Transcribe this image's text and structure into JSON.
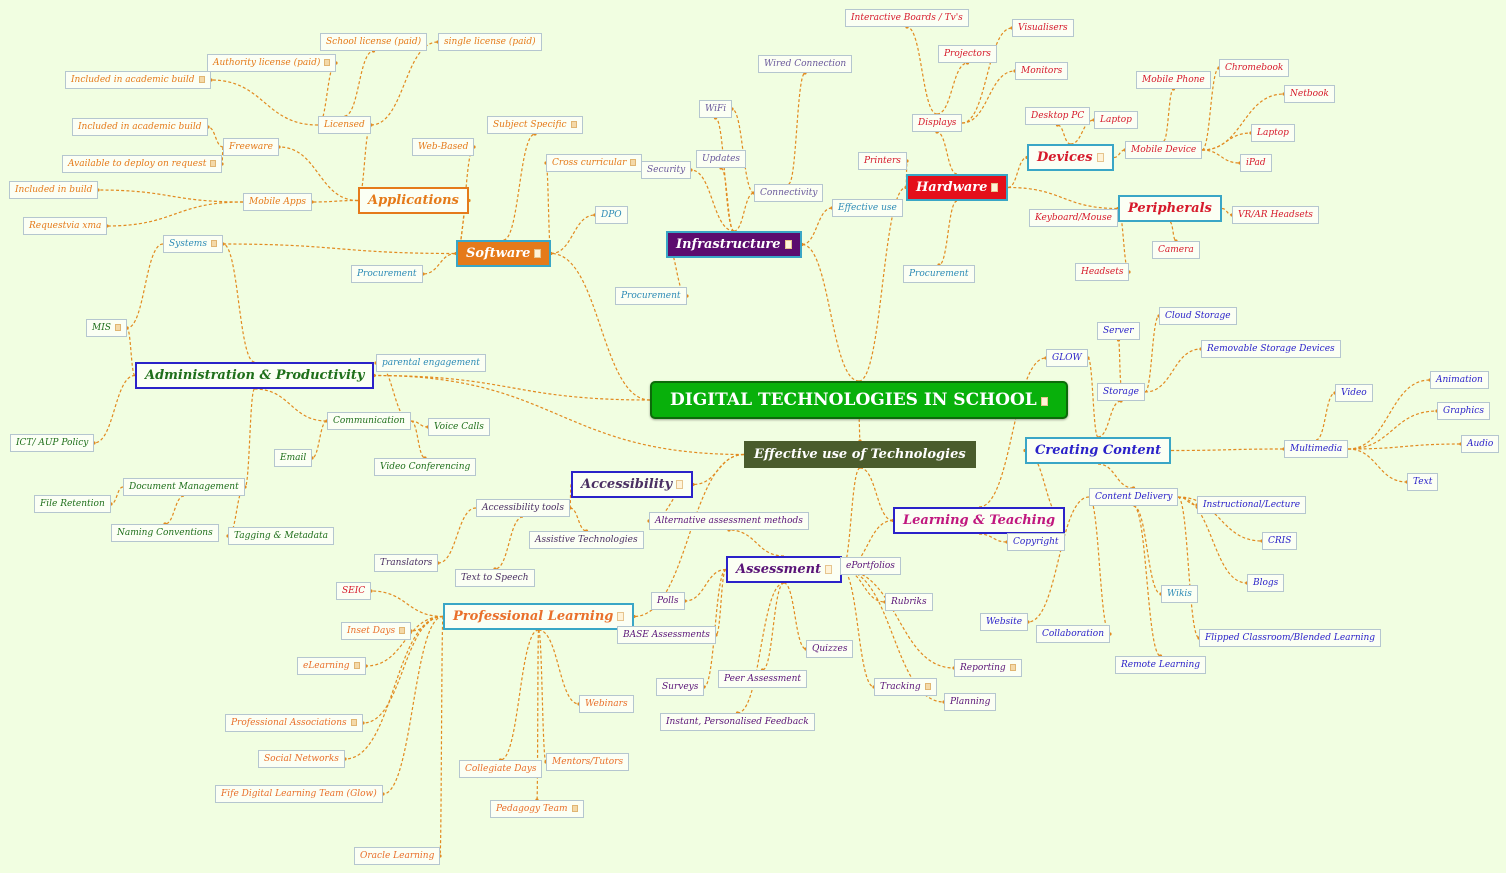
{
  "title": "DIGITAL TECHNOLOGIES IN SCHOOL",
  "colors": {
    "background": "#f1fee1",
    "connector": "#e28a1f",
    "software": "#e57a1a",
    "infrastructure": "#5c0c6e",
    "hardware": "#e40f1a",
    "administration": "#1f6f1b",
    "effective_use": "#4a5c2c",
    "creating_content": "#2b22c9",
    "learning_teaching": "#c0177f",
    "assessment": "#5a1478",
    "professional_learning": "#e96f2a",
    "accessibility": "#4a2f62"
  },
  "icons": {
    "note": "note-icon"
  },
  "nodes": [
    {
      "id": "root",
      "text": "DIGITAL TECHNOLOGIES IN SCHOOL",
      "note": true,
      "style": "root"
    },
    {
      "id": "software",
      "text": "Software",
      "note": true,
      "style": "main",
      "fg": "#ffffff",
      "bg": "#e57a1a",
      "bc": "#3aa6c6"
    },
    {
      "id": "applications",
      "text": "Applications",
      "style": "main",
      "fg": "#e57a1a",
      "bg": "#fbfff4",
      "bc": "#e57a1a"
    },
    {
      "id": "licensed",
      "text": "Licensed",
      "fg": "#e57a1a"
    },
    {
      "id": "school_license",
      "text": "School license (paid)",
      "fg": "#e57a1a"
    },
    {
      "id": "single_license",
      "text": "single license (paid)",
      "fg": "#e57a1a"
    },
    {
      "id": "authority_license",
      "text": "Authority license (paid)",
      "note": true,
      "fg": "#e57a1a"
    },
    {
      "id": "incl_academic_1",
      "text": "Included in academic build",
      "note": true,
      "fg": "#e57a1a"
    },
    {
      "id": "freeware",
      "text": "Freeware",
      "fg": "#e57a1a"
    },
    {
      "id": "incl_academic_2",
      "text": "Included in academic build",
      "fg": "#e57a1a"
    },
    {
      "id": "deploy_request",
      "text": "Available to deploy on request",
      "note": true,
      "fg": "#e57a1a"
    },
    {
      "id": "mobile_apps",
      "text": "Mobile Apps",
      "fg": "#e57a1a"
    },
    {
      "id": "incl_build",
      "text": "Included in build",
      "fg": "#e57a1a"
    },
    {
      "id": "request_xma",
      "text": "Requestvia xma",
      "fg": "#e57a1a"
    },
    {
      "id": "web_based",
      "text": "Web-Based",
      "fg": "#e57a1a"
    },
    {
      "id": "subject_specific",
      "text": "Subject Specific",
      "note": true,
      "fg": "#e57a1a"
    },
    {
      "id": "cross_curricular",
      "text": "Cross curricular",
      "note": true,
      "fg": "#e57a1a"
    },
    {
      "id": "dpo",
      "text": "DPO",
      "fg": "#2d8bb6"
    },
    {
      "id": "sw_procurement",
      "text": "Procurement",
      "fg": "#2d8bb6"
    },
    {
      "id": "infrastructure",
      "text": "Infrastructure",
      "note": true,
      "style": "main",
      "fg": "#ffffff",
      "bg": "#5c0c6e",
      "bc": "#3aa6c6"
    },
    {
      "id": "security",
      "text": "Security",
      "fg": "#6b5a9c"
    },
    {
      "id": "updates",
      "text": "Updates",
      "fg": "#6b5a9c"
    },
    {
      "id": "wifi",
      "text": "WiFi",
      "fg": "#6b5a9c"
    },
    {
      "id": "connectivity",
      "text": "Connectivity",
      "fg": "#6b5a9c"
    },
    {
      "id": "wired",
      "text": "Wired Connection",
      "fg": "#6b5a9c"
    },
    {
      "id": "effective_use_small",
      "text": "Effective use",
      "fg": "#2d8bb6"
    },
    {
      "id": "infra_procurement",
      "text": "Procurement",
      "fg": "#2d8bb6"
    },
    {
      "id": "hardware",
      "text": "Hardware",
      "note": true,
      "style": "main",
      "fg": "#ffffff",
      "bg": "#e40f1a",
      "bc": "#3aa6c6"
    },
    {
      "id": "printers",
      "text": "Printers",
      "fg": "#d61a2b"
    },
    {
      "id": "hw_procurement",
      "text": "Procurement",
      "fg": "#2d8bb6"
    },
    {
      "id": "displays",
      "text": "Displays",
      "fg": "#d61a2b"
    },
    {
      "id": "interactive_boards",
      "text": "Interactive Boards / Tv's",
      "fg": "#d61a2b"
    },
    {
      "id": "projectors",
      "text": "Projectors",
      "fg": "#d61a2b"
    },
    {
      "id": "visualisers",
      "text": "Visualisers",
      "fg": "#d61a2b"
    },
    {
      "id": "monitors",
      "text": "Monitors",
      "fg": "#d61a2b"
    },
    {
      "id": "devices",
      "text": "Devices",
      "note": true,
      "style": "main",
      "fg": "#d61a2b",
      "bg": "#fbfff4",
      "bc": "#3aa6c6"
    },
    {
      "id": "desktop_pc",
      "text": "Desktop PC",
      "fg": "#d61a2b"
    },
    {
      "id": "laptop1",
      "text": "Laptop",
      "fg": "#d61a2b"
    },
    {
      "id": "mobile_device",
      "text": "Mobile Device",
      "fg": "#d61a2b"
    },
    {
      "id": "mobile_phone",
      "text": "Mobile Phone",
      "fg": "#d61a2b"
    },
    {
      "id": "chromebook",
      "text": "Chromebook",
      "fg": "#d61a2b"
    },
    {
      "id": "netbook",
      "text": "Netbook",
      "fg": "#d61a2b"
    },
    {
      "id": "laptop2",
      "text": "Laptop",
      "fg": "#d61a2b"
    },
    {
      "id": "ipad",
      "text": "iPad",
      "fg": "#d61a2b"
    },
    {
      "id": "peripherals",
      "text": "Peripherals",
      "style": "main",
      "fg": "#d61a2b",
      "bg": "#fbfff4",
      "bc": "#3aa6c6"
    },
    {
      "id": "keyboard",
      "text": "Keyboard/Mouse",
      "fg": "#d61a2b"
    },
    {
      "id": "vr_ar",
      "text": "VR/AR Headsets",
      "fg": "#d61a2b"
    },
    {
      "id": "camera",
      "text": "Camera",
      "fg": "#d61a2b"
    },
    {
      "id": "headsets",
      "text": "Headsets",
      "fg": "#d61a2b"
    },
    {
      "id": "admin",
      "text": "Administration & Productivity",
      "style": "main",
      "fg": "#1f6f1b",
      "bg": "#fbfff4",
      "bc": "#2b22c9"
    },
    {
      "id": "systems",
      "text": "Systems",
      "note": true,
      "fg": "#2d8bb6"
    },
    {
      "id": "mis",
      "text": "MIS",
      "note": true,
      "fg": "#1f6f1b"
    },
    {
      "id": "ict_aup",
      "text": "ICT/ AUP Policy",
      "fg": "#1f6f1b"
    },
    {
      "id": "communication",
      "text": "Communication",
      "fg": "#1f6f1b"
    },
    {
      "id": "parental",
      "text": "parental engagement",
      "fg": "#2d8bb6"
    },
    {
      "id": "voice_calls",
      "text": "Voice Calls",
      "fg": "#1f6f1b"
    },
    {
      "id": "email",
      "text": "Email",
      "fg": "#1f6f1b"
    },
    {
      "id": "video_conf",
      "text": "Video Conferencing",
      "fg": "#1f6f1b"
    },
    {
      "id": "doc_mgmt",
      "text": "Document Management",
      "fg": "#1f6f1b"
    },
    {
      "id": "file_retention",
      "text": "File Retention",
      "fg": "#1f6f1b"
    },
    {
      "id": "naming",
      "text": "Naming Conventions",
      "fg": "#1f6f1b"
    },
    {
      "id": "tagging",
      "text": "Tagging & Metadata",
      "fg": "#1f6f1b"
    },
    {
      "id": "effective_use",
      "text": "Effective use of Technologies",
      "style": "main",
      "fg": "#ffffff",
      "bg": "#4a5c2c",
      "bc": "#4a5c2c"
    },
    {
      "id": "accessibility",
      "text": "Accessibility",
      "note": true,
      "style": "main",
      "fg": "#4a2f62",
      "bg": "#fbfff4",
      "bc": "#2b22c9"
    },
    {
      "id": "access_tools",
      "text": "Accessibility tools",
      "fg": "#4a2f62"
    },
    {
      "id": "assistive",
      "text": "Assistive Technologies",
      "fg": "#4a2f62"
    },
    {
      "id": "translators",
      "text": "Translators",
      "fg": "#4a2f62"
    },
    {
      "id": "tts",
      "text": "Text to Speech",
      "fg": "#4a2f62"
    },
    {
      "id": "prof_learning",
      "text": "Professional Learning",
      "note": true,
      "style": "main",
      "fg": "#e96f2a",
      "bg": "#fbfff4",
      "bc": "#3aa6c6"
    },
    {
      "id": "seic",
      "text": "SEIC",
      "fg": "#d61a2b"
    },
    {
      "id": "inset",
      "text": "Inset Days",
      "note": true,
      "fg": "#e96f2a"
    },
    {
      "id": "elearning",
      "text": "eLearning",
      "note": true,
      "fg": "#e96f2a"
    },
    {
      "id": "prof_assoc",
      "text": "Professional Associations",
      "note": true,
      "fg": "#e96f2a"
    },
    {
      "id": "social_net",
      "text": "Social Networks",
      "fg": "#e96f2a"
    },
    {
      "id": "fife",
      "text": "Fife Digital Learning Team (Glow)",
      "fg": "#e96f2a"
    },
    {
      "id": "collegiate",
      "text": "Collegiate Days",
      "fg": "#e96f2a"
    },
    {
      "id": "mentors",
      "text": "Mentors/Tutors",
      "fg": "#e96f2a"
    },
    {
      "id": "webinars",
      "text": "Webinars",
      "fg": "#e96f2a"
    },
    {
      "id": "pedagogy",
      "text": "Pedagogy Team",
      "note": true,
      "fg": "#e96f2a"
    },
    {
      "id": "oracle",
      "text": "Oracle Learning",
      "fg": "#e96f2a"
    },
    {
      "id": "assessment",
      "text": "Assessment",
      "note": true,
      "style": "main",
      "fg": "#5a1478",
      "bg": "#fbfff4",
      "bc": "#2b22c9"
    },
    {
      "id": "alt_assess",
      "text": "Alternative assessment methods",
      "fg": "#5a1478"
    },
    {
      "id": "eportfolios",
      "text": "ePortfolios",
      "fg": "#5a1478"
    },
    {
      "id": "polls",
      "text": "Polls",
      "fg": "#5a1478"
    },
    {
      "id": "base",
      "text": "BASE Assessments",
      "fg": "#5a1478"
    },
    {
      "id": "rubriks",
      "text": "Rubriks",
      "fg": "#5a1478"
    },
    {
      "id": "quizzes",
      "text": "Quizzes",
      "fg": "#5a1478"
    },
    {
      "id": "surveys",
      "text": "Surveys",
      "fg": "#5a1478"
    },
    {
      "id": "peer",
      "text": "Peer Assessment",
      "fg": "#5a1478"
    },
    {
      "id": "instant",
      "text": "Instant, Personalised Feedback",
      "fg": "#5a1478"
    },
    {
      "id": "tracking",
      "text": "Tracking",
      "note": true,
      "fg": "#5a1478"
    },
    {
      "id": "reporting",
      "text": "Reporting",
      "note": true,
      "fg": "#5a1478"
    },
    {
      "id": "planning",
      "text": "Planning",
      "fg": "#5a1478"
    },
    {
      "id": "learning",
      "text": "Learning & Teaching",
      "style": "main",
      "fg": "#c0177f",
      "bg": "#fbfff4",
      "bc": "#2b22c9"
    },
    {
      "id": "copyright",
      "text": "Copyright",
      "fg": "#2b22c9"
    },
    {
      "id": "creating",
      "text": "Creating Content",
      "style": "main",
      "fg": "#2b22c9",
      "bg": "#fbfff4",
      "bc": "#3aa6c6"
    },
    {
      "id": "glow",
      "text": "GLOW",
      "fg": "#2b22c9"
    },
    {
      "id": "storage",
      "text": "Storage",
      "fg": "#2b22c9"
    },
    {
      "id": "server",
      "text": "Server",
      "fg": "#2b22c9"
    },
    {
      "id": "cloud",
      "text": "Cloud Storage",
      "fg": "#2b22c9"
    },
    {
      "id": "removable",
      "text": "Removable Storage Devices",
      "fg": "#2b22c9"
    },
    {
      "id": "multimedia",
      "text": "Multimedia",
      "fg": "#2b22c9"
    },
    {
      "id": "video",
      "text": "Video",
      "fg": "#2b22c9"
    },
    {
      "id": "animation",
      "text": "Animation",
      "fg": "#2b22c9"
    },
    {
      "id": "graphics",
      "text": "Graphics",
      "fg": "#2b22c9"
    },
    {
      "id": "audio",
      "text": "Audio",
      "fg": "#2b22c9"
    },
    {
      "id": "text",
      "text": "Text",
      "fg": "#2b22c9"
    },
    {
      "id": "content_delivery",
      "text": "Content Delivery",
      "fg": "#2b22c9"
    },
    {
      "id": "instructional",
      "text": "Instructional/Lecture",
      "fg": "#2b22c9"
    },
    {
      "id": "cris",
      "text": "CRIS",
      "fg": "#2b22c9"
    },
    {
      "id": "blogs",
      "text": "Blogs",
      "fg": "#2b22c9"
    },
    {
      "id": "wikis",
      "text": "Wikis",
      "fg": "#2d8bb6"
    },
    {
      "id": "flipped",
      "text": "Flipped Classroom/Blended Learning",
      "fg": "#2b22c9"
    },
    {
      "id": "website",
      "text": "Website",
      "fg": "#2b22c9"
    },
    {
      "id": "collaboration",
      "text": "Collaboration",
      "fg": "#2b22c9"
    },
    {
      "id": "remote",
      "text": "Remote Learning",
      "fg": "#2b22c9"
    }
  ],
  "edges": [
    [
      "root",
      "software"
    ],
    [
      "root",
      "infrastructure"
    ],
    [
      "root",
      "hardware"
    ],
    [
      "root",
      "admin"
    ],
    [
      "root",
      "effective_use"
    ],
    [
      "software",
      "applications"
    ],
    [
      "software",
      "web_based"
    ],
    [
      "software",
      "subject_specific"
    ],
    [
      "software",
      "cross_curricular"
    ],
    [
      "software",
      "dpo"
    ],
    [
      "software",
      "sw_procurement"
    ],
    [
      "applications",
      "licensed"
    ],
    [
      "applications",
      "freeware"
    ],
    [
      "applications",
      "mobile_apps"
    ],
    [
      "licensed",
      "school_license"
    ],
    [
      "licensed",
      "single_license"
    ],
    [
      "licensed",
      "authority_license"
    ],
    [
      "licensed",
      "incl_academic_1"
    ],
    [
      "freeware",
      "incl_academic_2"
    ],
    [
      "freeware",
      "deploy_request"
    ],
    [
      "mobile_apps",
      "incl_build"
    ],
    [
      "mobile_apps",
      "request_xma"
    ],
    [
      "infrastructure",
      "security"
    ],
    [
      "infrastructure",
      "updates"
    ],
    [
      "infrastructure",
      "wifi"
    ],
    [
      "infrastructure",
      "connectivity"
    ],
    [
      "infrastructure",
      "effective_use_small"
    ],
    [
      "infrastructure",
      "infra_procurement"
    ],
    [
      "connectivity",
      "wired"
    ],
    [
      "connectivity",
      "wifi"
    ],
    [
      "hardware",
      "printers"
    ],
    [
      "hardware",
      "hw_procurement"
    ],
    [
      "hardware",
      "displays"
    ],
    [
      "hardware",
      "devices"
    ],
    [
      "hardware",
      "peripherals"
    ],
    [
      "displays",
      "interactive_boards"
    ],
    [
      "displays",
      "projectors"
    ],
    [
      "displays",
      "visualisers"
    ],
    [
      "displays",
      "monitors"
    ],
    [
      "devices",
      "desktop_pc"
    ],
    [
      "devices",
      "laptop1"
    ],
    [
      "devices",
      "mobile_device"
    ],
    [
      "mobile_device",
      "mobile_phone"
    ],
    [
      "mobile_device",
      "chromebook"
    ],
    [
      "mobile_device",
      "netbook"
    ],
    [
      "mobile_device",
      "laptop2"
    ],
    [
      "mobile_device",
      "ipad"
    ],
    [
      "peripherals",
      "keyboard"
    ],
    [
      "peripherals",
      "vr_ar"
    ],
    [
      "peripherals",
      "camera"
    ],
    [
      "peripherals",
      "headsets"
    ],
    [
      "admin",
      "systems"
    ],
    [
      "admin",
      "mis"
    ],
    [
      "admin",
      "ict_aup"
    ],
    [
      "admin",
      "communication"
    ],
    [
      "admin",
      "doc_mgmt"
    ],
    [
      "systems",
      "mis"
    ],
    [
      "systems",
      "software"
    ],
    [
      "communication",
      "parental"
    ],
    [
      "communication",
      "voice_calls"
    ],
    [
      "communication",
      "email"
    ],
    [
      "communication",
      "video_conf"
    ],
    [
      "doc_mgmt",
      "file_retention"
    ],
    [
      "doc_mgmt",
      "naming"
    ],
    [
      "doc_mgmt",
      "tagging"
    ],
    [
      "effective_use",
      "accessibility"
    ],
    [
      "effective_use",
      "prof_learning"
    ],
    [
      "effective_use",
      "assessment"
    ],
    [
      "effective_use",
      "learning"
    ],
    [
      "effective_use",
      "admin"
    ],
    [
      "accessibility",
      "access_tools"
    ],
    [
      "accessibility",
      "alt_assess"
    ],
    [
      "access_tools",
      "assistive"
    ],
    [
      "access_tools",
      "translators"
    ],
    [
      "access_tools",
      "tts"
    ],
    [
      "prof_learning",
      "seic"
    ],
    [
      "prof_learning",
      "inset"
    ],
    [
      "prof_learning",
      "elearning"
    ],
    [
      "prof_learning",
      "prof_assoc"
    ],
    [
      "prof_learning",
      "social_net"
    ],
    [
      "prof_learning",
      "fife"
    ],
    [
      "prof_learning",
      "collegiate"
    ],
    [
      "prof_learning",
      "mentors"
    ],
    [
      "prof_learning",
      "webinars"
    ],
    [
      "prof_learning",
      "pedagogy"
    ],
    [
      "prof_learning",
      "oracle"
    ],
    [
      "assessment",
      "alt_assess"
    ],
    [
      "assessment",
      "eportfolios"
    ],
    [
      "assessment",
      "polls"
    ],
    [
      "assessment",
      "base"
    ],
    [
      "assessment",
      "rubriks"
    ],
    [
      "assessment",
      "quizzes"
    ],
    [
      "assessment",
      "surveys"
    ],
    [
      "assessment",
      "peer"
    ],
    [
      "assessment",
      "instant"
    ],
    [
      "assessment",
      "tracking"
    ],
    [
      "assessment",
      "reporting"
    ],
    [
      "assessment",
      "planning"
    ],
    [
      "learning",
      "assessment"
    ],
    [
      "learning",
      "creating"
    ],
    [
      "learning",
      "copyright"
    ],
    [
      "learning",
      "glow"
    ],
    [
      "creating",
      "glow"
    ],
    [
      "creating",
      "storage"
    ],
    [
      "creating",
      "multimedia"
    ],
    [
      "creating",
      "content_delivery"
    ],
    [
      "storage",
      "server"
    ],
    [
      "storage",
      "cloud"
    ],
    [
      "storage",
      "removable"
    ],
    [
      "multimedia",
      "video"
    ],
    [
      "multimedia",
      "animation"
    ],
    [
      "multimedia",
      "graphics"
    ],
    [
      "multimedia",
      "audio"
    ],
    [
      "multimedia",
      "text"
    ],
    [
      "content_delivery",
      "instructional"
    ],
    [
      "content_delivery",
      "cris"
    ],
    [
      "content_delivery",
      "blogs"
    ],
    [
      "content_delivery",
      "wikis"
    ],
    [
      "content_delivery",
      "flipped"
    ],
    [
      "content_delivery",
      "website"
    ],
    [
      "content_delivery",
      "collaboration"
    ],
    [
      "content_delivery",
      "remote"
    ]
  ]
}
